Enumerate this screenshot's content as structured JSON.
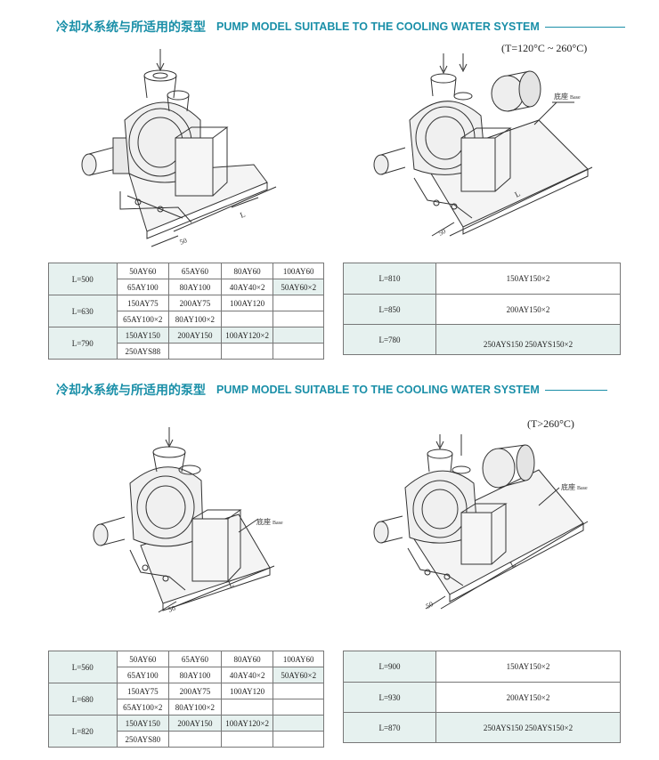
{
  "sections": [
    {
      "title_cn": "冷却水系统与所适用的泵型",
      "title_en": "PUMP MODEL SUITABLE TO THE COOLING WATER SYSTEM",
      "temperature": "(T=120°C ~ 260°C)",
      "drawing_left": {
        "dim_50": "50",
        "dim_L": "L"
      },
      "drawing_right": {
        "dim_50": "50",
        "dim_L": "L",
        "base_label": "底座",
        "base_label_en": "Base"
      },
      "left_table": [
        {
          "label": "L=500",
          "rows": [
            [
              "50AY60",
              "65AY60",
              "80AY60",
              "100AY60"
            ],
            [
              "65AY100",
              "80AY100",
              "40AY40×2",
              "50AY60×2"
            ]
          ]
        },
        {
          "label": "L=630",
          "rows": [
            [
              "150AY75",
              "200AY75",
              "100AY120",
              ""
            ],
            [
              "65AY100×2",
              "80AY100×2",
              "",
              ""
            ]
          ]
        },
        {
          "label": "L=790",
          "rows": [
            [
              "150AY150",
              "200AY150",
              "100AY120×2",
              ""
            ],
            [
              "250AYS88",
              "",
              "",
              ""
            ]
          ]
        }
      ],
      "right_table": [
        {
          "label": "L=810",
          "value": "150AY150×2"
        },
        {
          "label": "L=850",
          "value": "200AY150×2"
        },
        {
          "label": "L=780",
          "value": "250AYS150  250AYS150×2"
        }
      ]
    },
    {
      "title_cn": "冷却水系统与所适用的泵型",
      "title_en": "PUMP MODEL SUITABLE TO THE COOLING WATER SYSTEM",
      "temperature": "(T>260°C)",
      "drawing_left": {
        "dim_50": "50",
        "dim_L": "L",
        "base_label": "底座",
        "base_label_en": "Base"
      },
      "drawing_right": {
        "dim_50": "50",
        "dim_L": "L",
        "base_label": "底座",
        "base_label_en": "Base"
      },
      "left_table": [
        {
          "label": "L=560",
          "rows": [
            [
              "50AY60",
              "65AY60",
              "80AY60",
              "100AY60"
            ],
            [
              "65AY100",
              "80AY100",
              "40AY40×2",
              "50AY60×2"
            ]
          ]
        },
        {
          "label": "L=680",
          "rows": [
            [
              "150AY75",
              "200AY75",
              "100AY120",
              ""
            ],
            [
              "65AY100×2",
              "80AY100×2",
              "",
              ""
            ]
          ]
        },
        {
          "label": "L=820",
          "rows": [
            [
              "150AY150",
              "200AY150",
              "100AY120×2",
              ""
            ],
            [
              "250AYS80",
              "",
              "",
              ""
            ]
          ]
        }
      ],
      "right_table": [
        {
          "label": "L=900",
          "value": "150AY150×2"
        },
        {
          "label": "L=930",
          "value": "200AY150×2"
        },
        {
          "label": "L=870",
          "value": "250AYS150  250AYS150×2"
        }
      ]
    }
  ]
}
